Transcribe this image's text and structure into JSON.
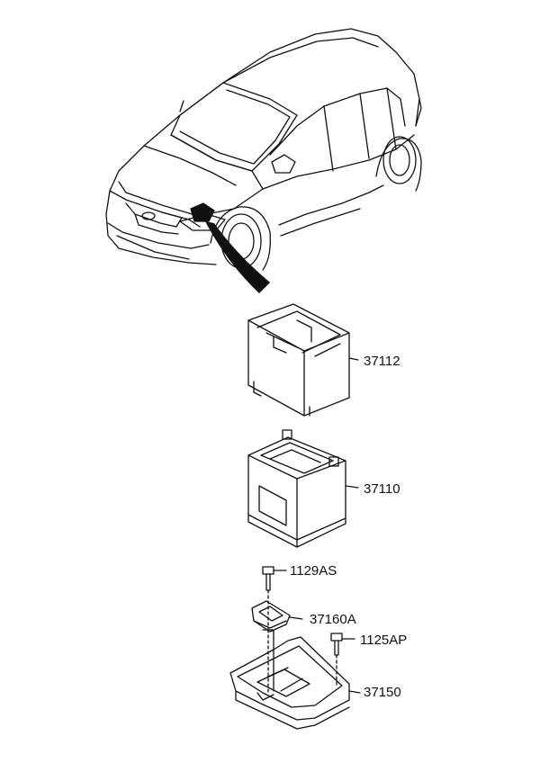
{
  "parts": [
    {
      "id": "battery-tray-box",
      "number": "37112"
    },
    {
      "id": "battery",
      "number": "37110"
    },
    {
      "id": "bolt-top",
      "number": "1129AS"
    },
    {
      "id": "clamp",
      "number": "37160A"
    },
    {
      "id": "bolt-side",
      "number": "1125AP"
    },
    {
      "id": "battery-tray",
      "number": "37150"
    }
  ],
  "colors": {
    "line": "#111111",
    "background": "#ffffff"
  }
}
